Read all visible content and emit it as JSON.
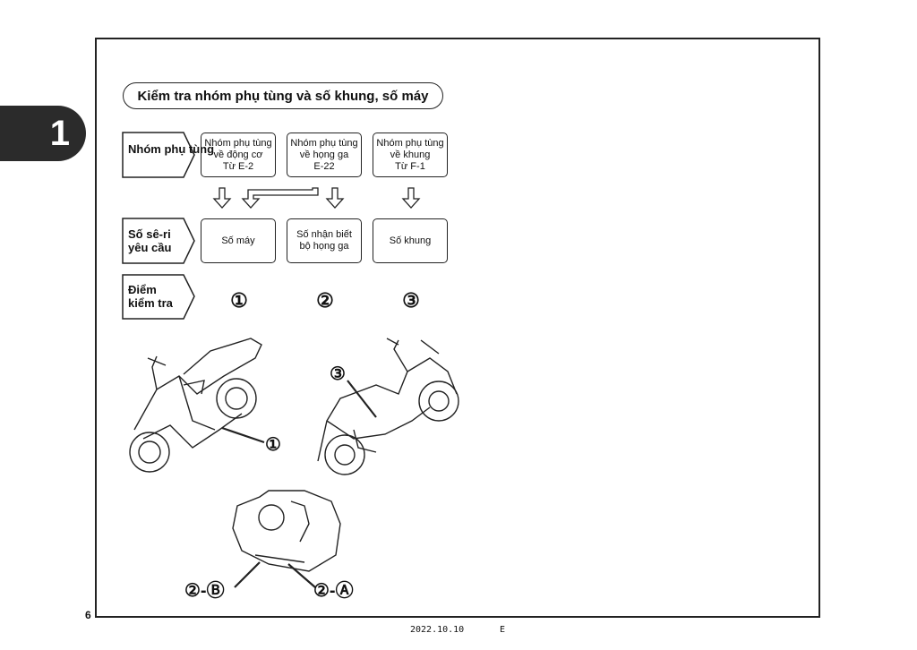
{
  "chapter_tab": "1",
  "title": "Kiểm tra nhóm phụ tùng và số khung, số máy",
  "rows": {
    "group": "Nhóm phụ tùng",
    "serial": "Số sê-ri yêu cầu",
    "check": "Điểm kiểm tra"
  },
  "groups": [
    {
      "line1": "Nhóm phụ tùng",
      "line2": "về động cơ",
      "line3": "Từ E-2"
    },
    {
      "line1": "Nhóm phụ tùng",
      "line2": "về họng ga",
      "line3": "E-22"
    },
    {
      "line1": "Nhóm phụ tùng",
      "line2": "về khung",
      "line3": "Từ F-1"
    }
  ],
  "serials": [
    {
      "line1": "Số máy",
      "line2": ""
    },
    {
      "line1": "Số nhận biết",
      "line2": "bộ họng ga"
    },
    {
      "line1": "Số khung",
      "line2": ""
    }
  ],
  "check_points": [
    "①",
    "②",
    "③"
  ],
  "callouts": {
    "engine_number": "①",
    "frame_number": "③",
    "throttle_b": "②-Ⓑ",
    "throttle_a": "②-Ⓐ"
  },
  "page_number": "6",
  "footer_date": "2022.10.10",
  "footer_code": "E"
}
